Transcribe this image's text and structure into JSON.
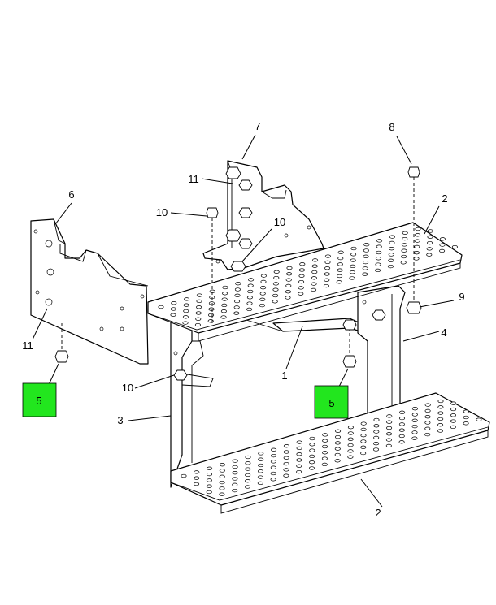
{
  "callouts": {
    "c1": "1",
    "c2_upper": "2",
    "c2_lower": "2",
    "c3": "3",
    "c4": "4",
    "c5_left": "5",
    "c5_right": "5",
    "c6": "6",
    "c7": "7",
    "c8": "8",
    "c9": "9",
    "c10_a": "10",
    "c10_b": "10",
    "c10_c": "10",
    "c11_a": "11",
    "c11_b": "11"
  },
  "colors": {
    "highlight": "#22e61e",
    "line": "#000000",
    "background": "#ffffff"
  }
}
